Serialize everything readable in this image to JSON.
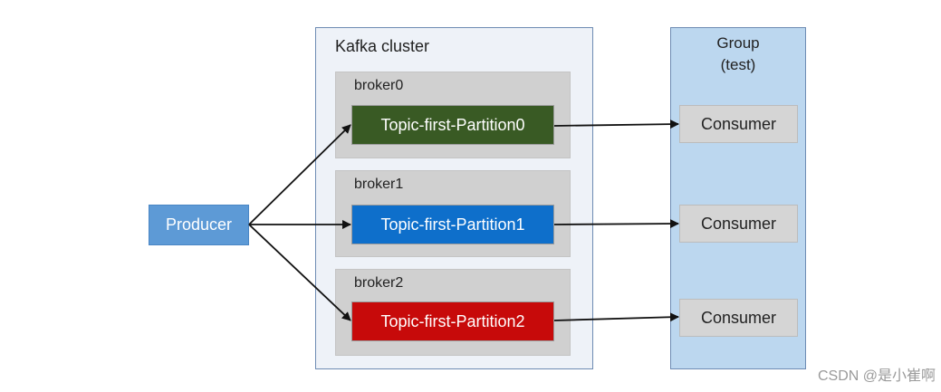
{
  "cluster": {
    "title": "Kafka cluster",
    "brokers": [
      {
        "label": "broker0",
        "partition": "Topic-first-Partition0",
        "color": "#395a24"
      },
      {
        "label": "broker1",
        "partition": "Topic-first-Partition1",
        "color": "#0e6fcb"
      },
      {
        "label": "broker2",
        "partition": "Topic-first-Partition2",
        "color": "#c70a0a"
      }
    ]
  },
  "producer": {
    "label": "Producer",
    "color": "#5d9ad6"
  },
  "group": {
    "title_line1": "Group",
    "title_line2": "(test)",
    "color": "#bcd7ef",
    "consumers": [
      "Consumer",
      "Consumer",
      "Consumer"
    ]
  },
  "watermark": "CSDN @是小崔啊"
}
